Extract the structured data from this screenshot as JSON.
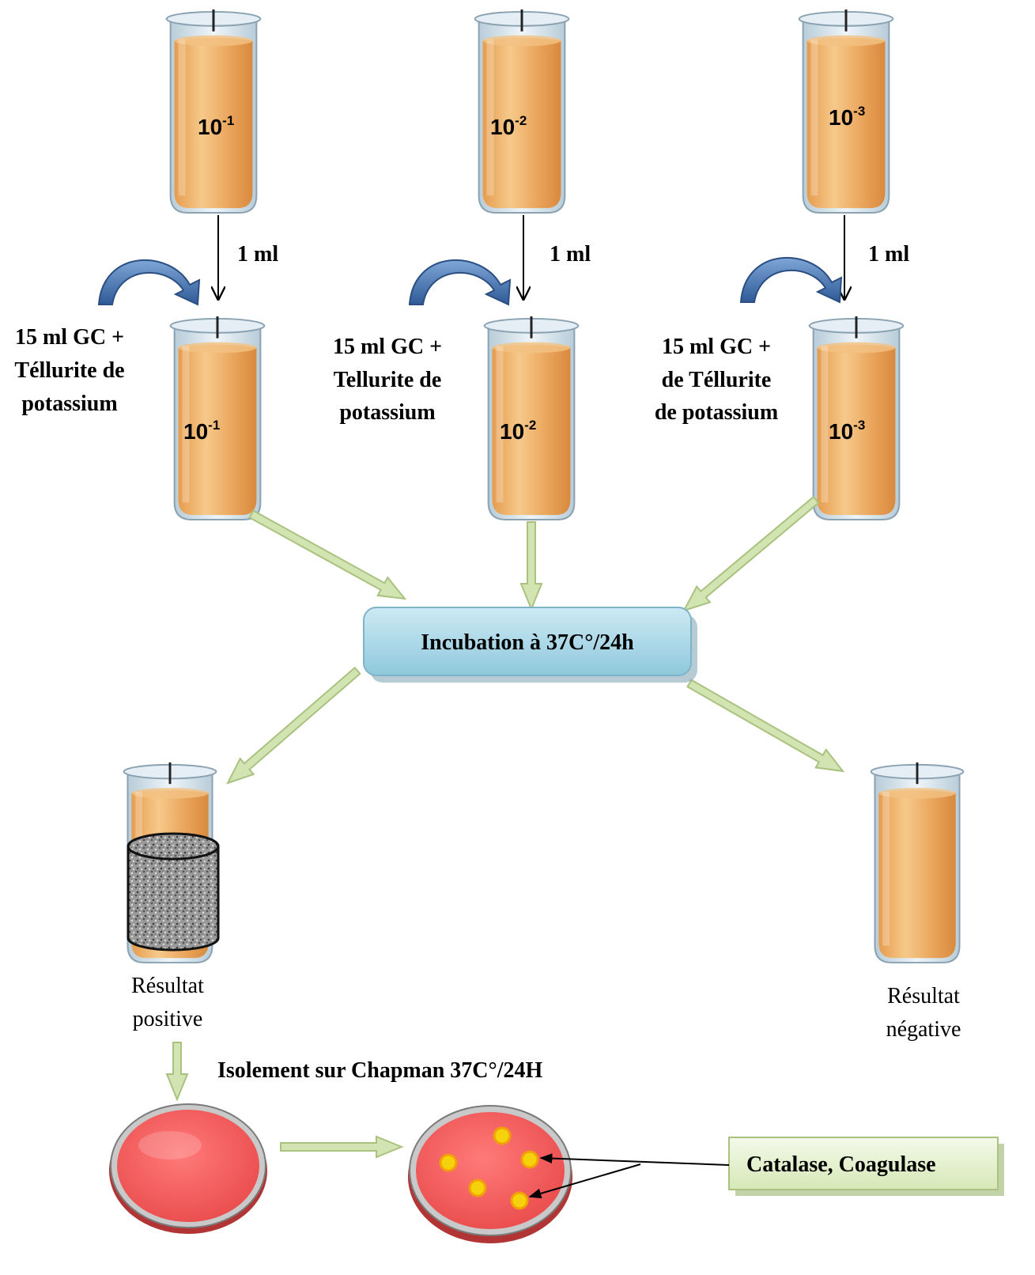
{
  "tubes": {
    "top": [
      {
        "base": "10",
        "exp": "-1"
      },
      {
        "base": "10",
        "exp": "-2"
      },
      {
        "base": "10",
        "exp": "-3"
      }
    ],
    "middle": [
      {
        "base": "10",
        "exp": "-1"
      },
      {
        "base": "10",
        "exp": "-2"
      },
      {
        "base": "10",
        "exp": "-3"
      }
    ]
  },
  "transfer_volume": [
    "1 ml",
    "1 ml",
    "1 ml"
  ],
  "media_labels": [
    [
      "15 ml GC +",
      "Téllurite de",
      "potassium"
    ],
    [
      "15 ml GC +",
      "Tellurite de",
      "potassium"
    ],
    [
      "15 ml GC +",
      "de Téllurite",
      "de potassium"
    ]
  ],
  "incubation_box": "Incubation à 37C°/24h",
  "result_positive": [
    "Résultat",
    "positive"
  ],
  "result_negative": [
    "Résultat",
    "négative"
  ],
  "isolation_label": "Isolement sur Chapman 37C°/24H",
  "tests_box": "Catalase, Coagulase",
  "colors": {
    "medium": "#e8a960",
    "medium_light": "#f6c98a",
    "glass": "#c9dce6",
    "curved_arrow": "#4b78b5",
    "flow_arrow": "#d3e4b3",
    "flow_arrow_edge": "#a9c27f",
    "incubation_box": "#a9d6e6",
    "tests_box": "#e6f2d0",
    "agar": "#f26060",
    "colony": "#f5d20c"
  }
}
